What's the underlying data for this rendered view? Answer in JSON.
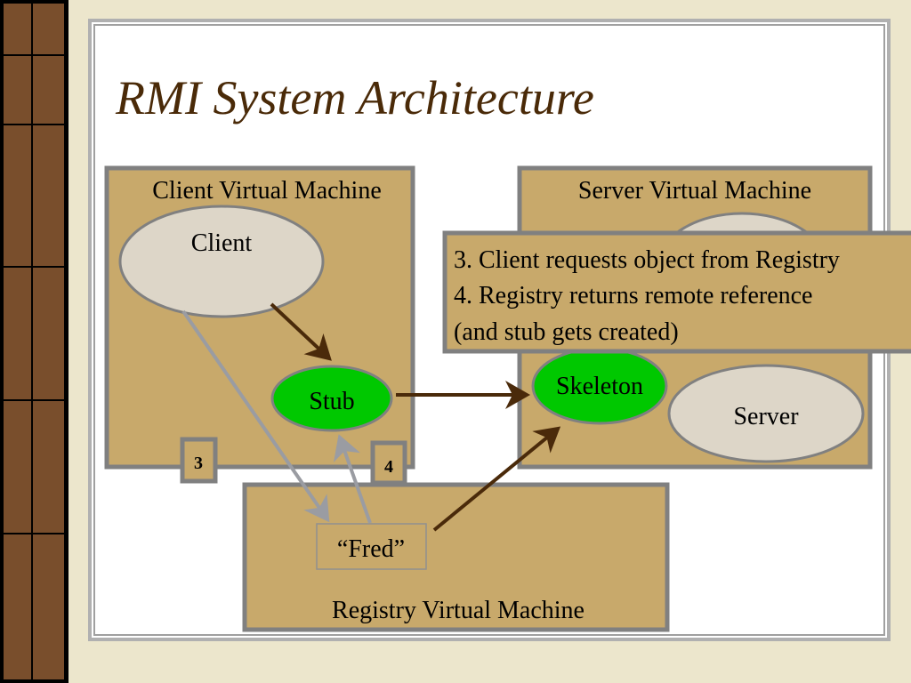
{
  "slide": {
    "title": "RMI System Architecture"
  },
  "diagram": {
    "client_vm": {
      "label": "Client Virtual Machine",
      "client": "Client",
      "stub": "Stub"
    },
    "server_vm": {
      "label": "Server Virtual Machine",
      "skeleton": "Skeleton",
      "server": "Server"
    },
    "registry_vm": {
      "label": "Registry Virtual Machine",
      "entry": "“Fred”"
    },
    "step_badges": [
      "3",
      "4"
    ],
    "callout": [
      "3. Client requests object from Registry",
      "4. Registry returns remote reference",
      "(and stub gets created)"
    ]
  },
  "colors": {
    "title": "#4a2a08",
    "box_fill": "#c8a96b",
    "box_border": "#808080",
    "component_green": "#00c800",
    "ellipse_light": "#ddd6c8",
    "arrow_brown": "#4a2a0a",
    "arrow_gray": "#9a9ca2"
  }
}
